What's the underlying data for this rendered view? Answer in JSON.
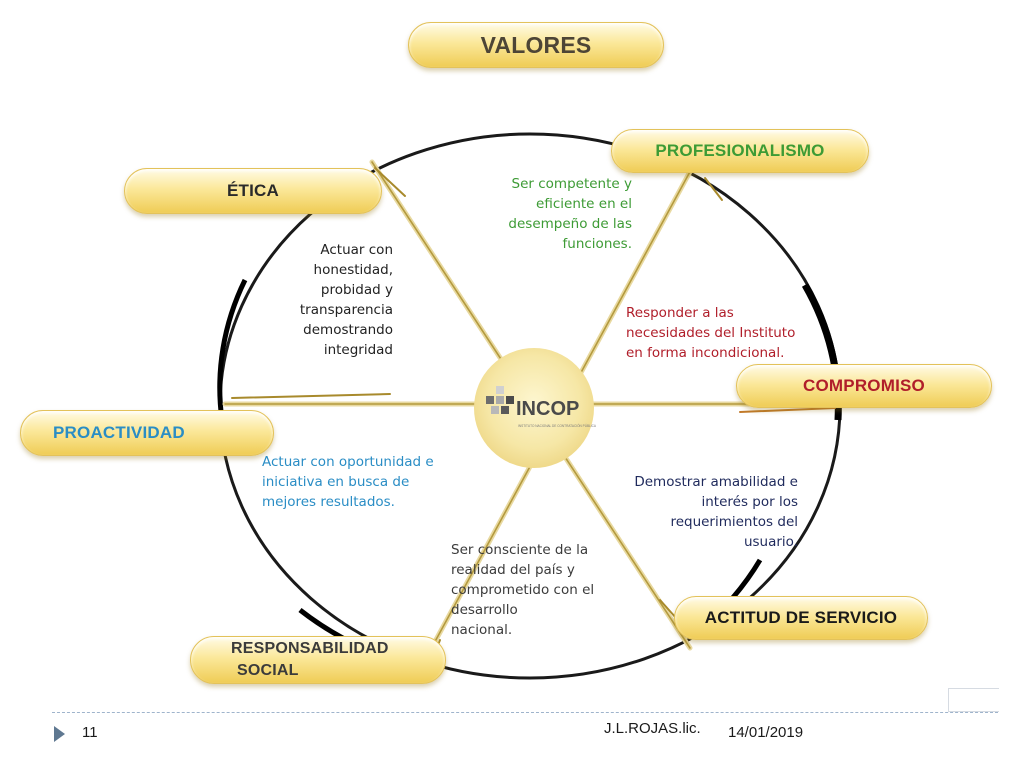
{
  "title": "VALORES",
  "center_logo": {
    "name": "INCOP",
    "subtitle": "INSTITUTO NACIONAL DE CONTRATACIÓN PÚBLICA"
  },
  "values": [
    {
      "label": "PROFESIONALISMO",
      "description": [
        "Ser competente y",
        "eficiente en el",
        "desempeño de las",
        "funciones."
      ],
      "color": "#3d9b35"
    },
    {
      "label": "COMPROMISO",
      "description": [
        "Responder a las",
        "necesidades del Instituto",
        "en forma incondicional."
      ],
      "color": "#b01e2a"
    },
    {
      "label": "ACTITUD DE SERVICIO",
      "description": [
        "Demostrar amabilidad e",
        "interés por los",
        "requerimientos del",
        "usuario."
      ],
      "color": "#1f2a5c"
    },
    {
      "label_lines": [
        "RESPONSABILIDAD",
        "SOCIAL"
      ],
      "description": [
        "Ser consciente de la",
        "realidad del país y",
        "comprometido con el",
        "desarrollo",
        "nacional."
      ],
      "color": "#3b3b3b"
    },
    {
      "label": "PROACTIVIDAD",
      "description": [
        "Actuar con oportunidad e",
        "iniciativa en busca de",
        "mejores resultados."
      ],
      "color": "#2a8dc5"
    },
    {
      "label": "ÉTICA",
      "description": [
        "Actuar con",
        "honestidad,",
        "probidad y",
        "transparencia",
        "demostrando",
        "integridad"
      ],
      "color": "#222222"
    }
  ],
  "footer": {
    "page": "11",
    "author": "J.L.ROJAS.lic.",
    "date": "14/01/2019"
  }
}
